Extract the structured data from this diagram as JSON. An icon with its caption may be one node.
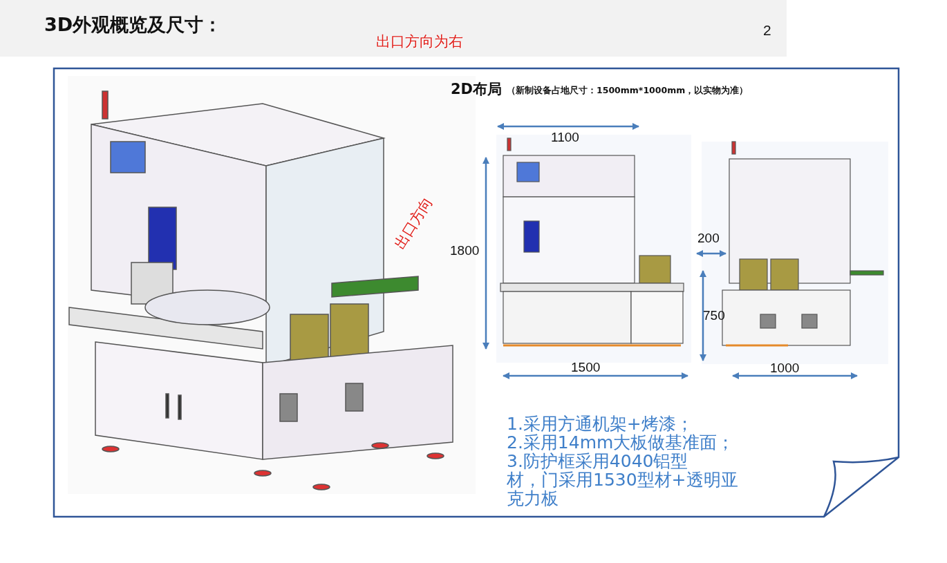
{
  "diagram": {
    "title": "3D外观概览及尺寸：",
    "labels": [
      "2",
      "出口方向为右",
      "出口方向",
      "2D布局",
      "（新制设备占地尺寸：1500mm*1000mm，以实物为准）",
      "1100",
      "1800",
      "1500",
      "200",
      "750",
      "1000",
      "1.采用方通机架+烤漆；",
      "2.采用14mm大板做基准面；",
      "3.防护框采用4040铝型材，门采用1530型材+透明亚克力板"
    ]
  }
}
